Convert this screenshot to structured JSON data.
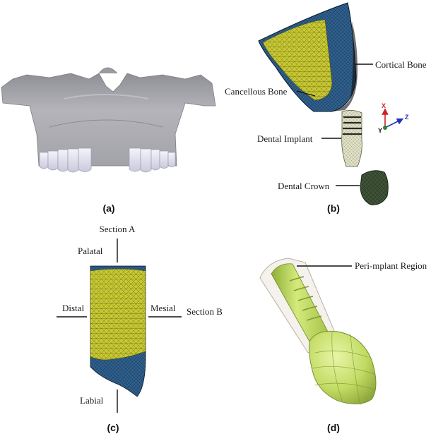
{
  "panels": {
    "a": {
      "tag": "(a)"
    },
    "b": {
      "tag": "(b)",
      "cortical": "Cortical Bone",
      "cancellous": "Cancellous Bone",
      "implant": "Dental Implant",
      "crown": "Dental Crown",
      "axes": {
        "x": "X",
        "y": "Y",
        "z": "Z"
      }
    },
    "c": {
      "tag": "(c)",
      "section_a": "Section A",
      "palatal": "Palatal",
      "distal": "Distal",
      "mesial": "Mesial",
      "section_b": "Section B",
      "labial": "Labial"
    },
    "d": {
      "tag": "(d)",
      "region": "Peri-mplant Region"
    }
  },
  "colors": {
    "bone_grey": "#a9a9af",
    "tooth": "#e4e4f1",
    "cancellous": "#c9c935",
    "cortical": "#2f5f8c",
    "implant_shade": "#dcdcc0",
    "crown_dark": "#3e5236",
    "implant_green": "#c2db63",
    "axis_red": "#cc2222",
    "axis_blue": "#2233bb",
    "axis_green": "#228833"
  }
}
